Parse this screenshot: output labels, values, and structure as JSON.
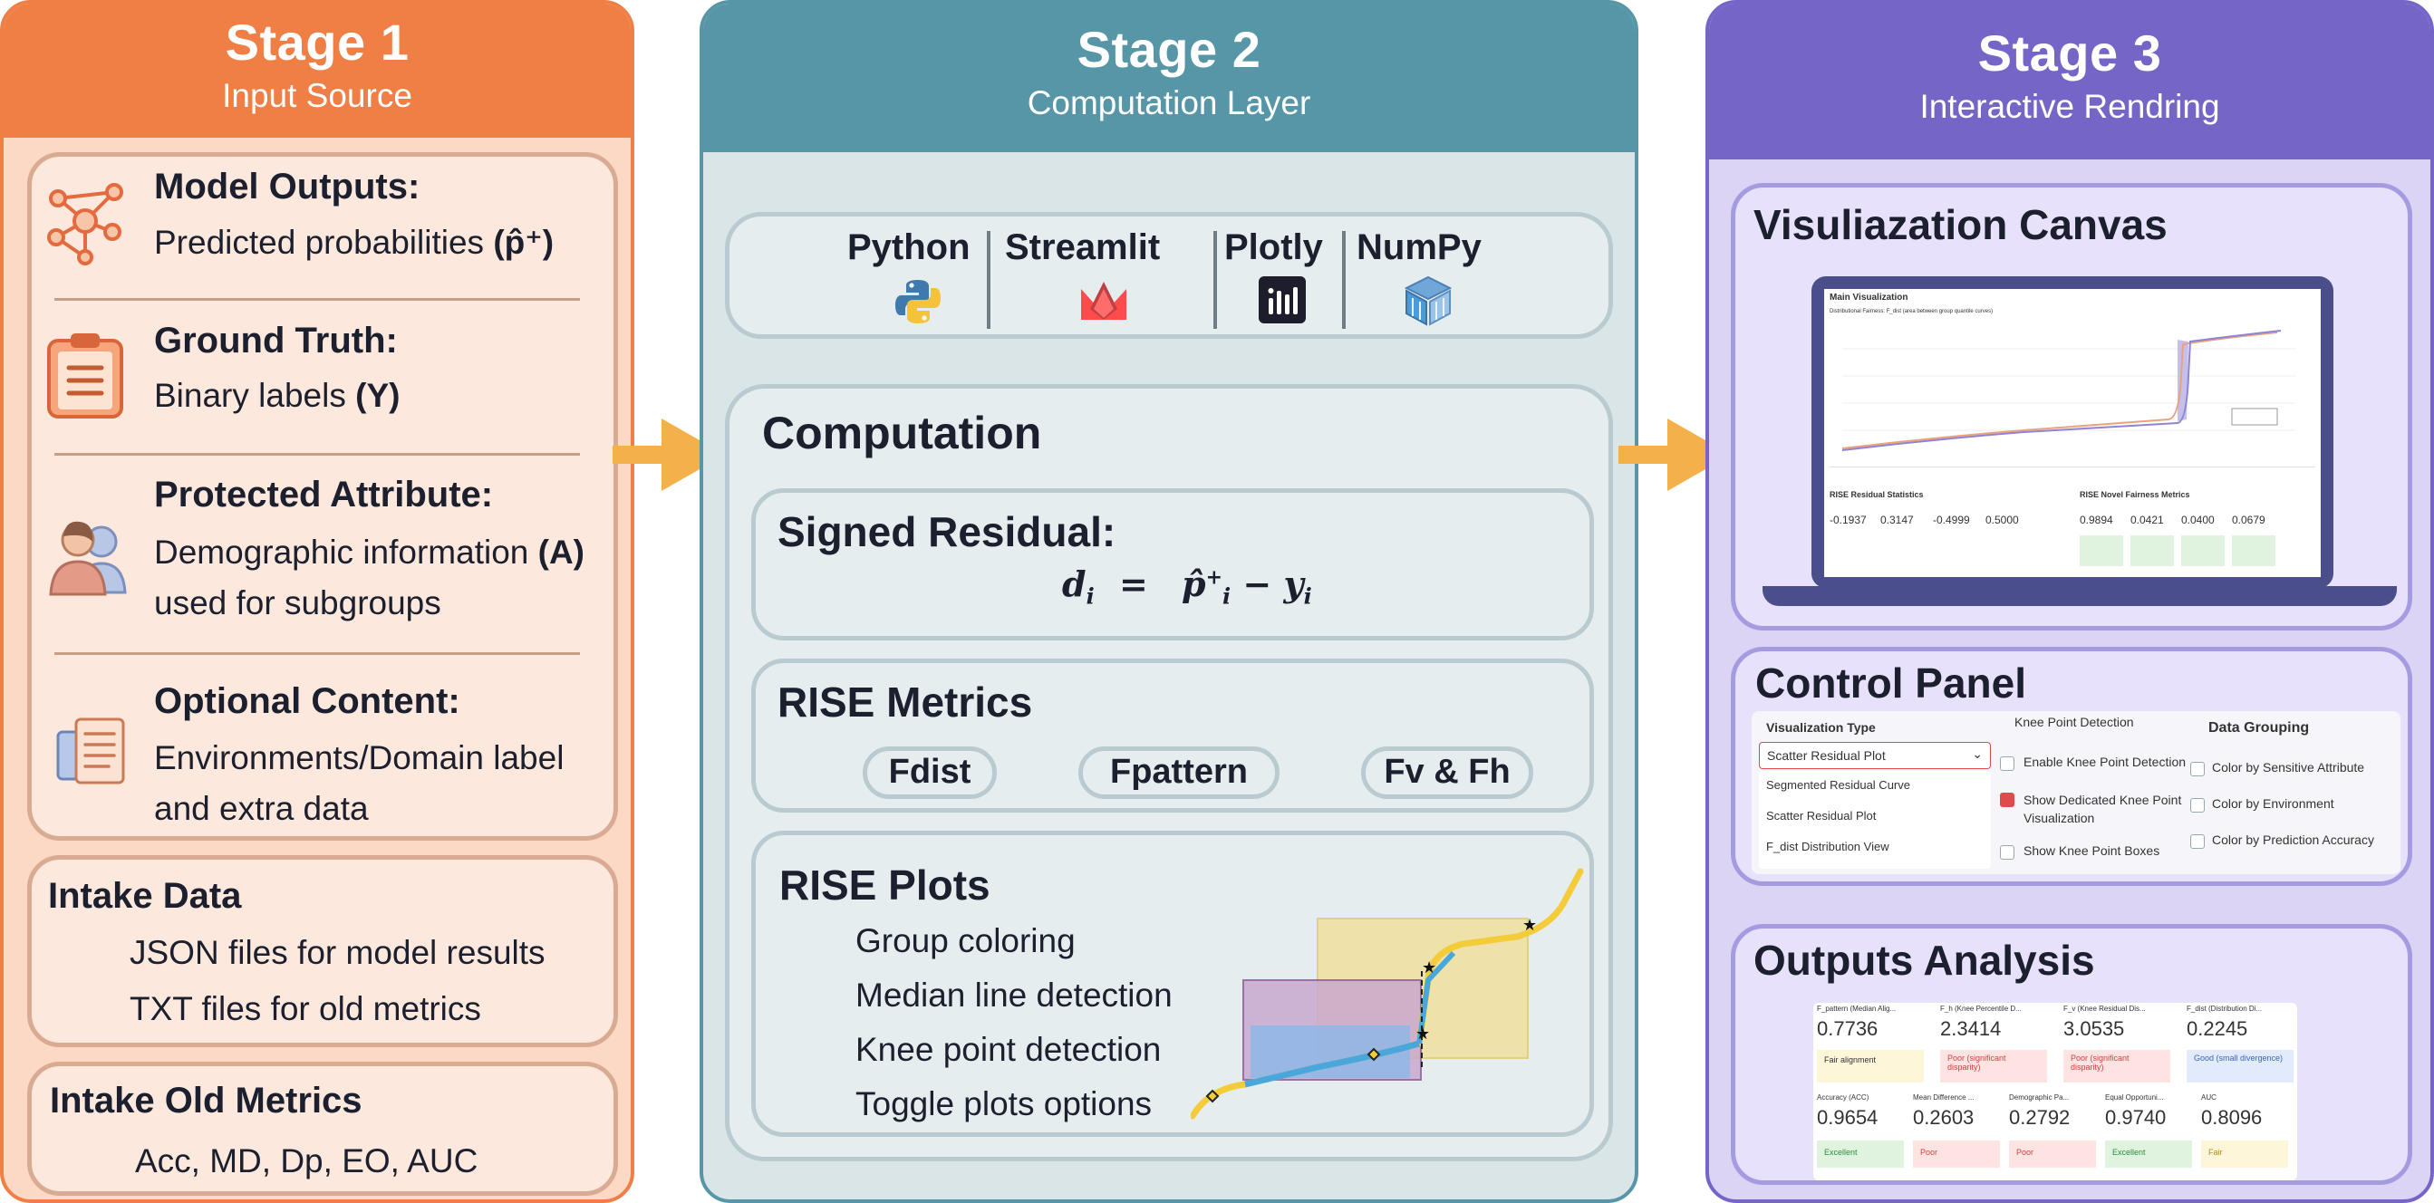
{
  "stage1": {
    "title": "Stage 1",
    "subtitle": "Input  Source",
    "items": [
      {
        "title": "Model Outputs:",
        "line1": "Predicted probabilities",
        "line1_bold": "(p̂⁺)",
        "line2": ""
      },
      {
        "title": "Ground Truth:",
        "line1": "Binary labels",
        "line1_bold": "(Y)",
        "line2": ""
      },
      {
        "title": "Protected Attribute:",
        "line1": "Demographic information",
        "line1_bold": "(A)",
        "line2": "used for subgroups"
      },
      {
        "title": "Optional Content:",
        "line1": "Environments/Domain label",
        "line1_bold": "",
        "line2": "and extra data"
      }
    ],
    "intake_data": {
      "title": "Intake Data",
      "lines": [
        "JSON files for model results",
        "TXT files for old metrics"
      ]
    },
    "intake_old": {
      "title": "Intake Old Metrics",
      "line": "Acc, MD, Dp, EO, AUC"
    }
  },
  "stage2": {
    "title": "Stage 2",
    "subtitle": "Computation Layer",
    "libs": [
      "Python",
      "Streamlit",
      "Plotly",
      "NumPy"
    ],
    "computation_title": "Computation",
    "signed_residual": {
      "title": "Signed Residual:",
      "formula_lhs": "d",
      "formula_sub": "i",
      "formula_eq": "=",
      "formula_p": "p̂",
      "formula_sup": "+",
      "formula_minus": "−",
      "formula_y": "y"
    },
    "rise_metrics": {
      "title": "RISE Metrics",
      "pills": [
        "Fdist",
        "Fpattern",
        "Fv & Fh"
      ]
    },
    "rise_plots": {
      "title": "RISE Plots",
      "items": [
        "Group coloring",
        "Median line detection",
        "Knee point detection",
        "Toggle plots options"
      ]
    }
  },
  "stage3": {
    "title": "Stage 3",
    "subtitle": "Interactive Rendring",
    "canvas": {
      "title": "Visuliazation Canvas",
      "screen_title": "Main Visualization",
      "chart_caption": "Distributional Fairness: F_dist (area between group quantile curves)",
      "stats_title": "RISE Residual Statistics",
      "stats_values": [
        "-0.1937",
        "0.3147",
        "-0.4999",
        "0.5000"
      ],
      "fair_title": "RISE Novel Fairness Metrics",
      "fair_values": [
        "0.9894",
        "0.0421",
        "0.0400",
        "0.0679"
      ]
    },
    "control": {
      "title": "Control Panel",
      "vis_type_label": "Visualization Type",
      "vis_type_value": "Scatter Residual Plot",
      "vis_options": [
        "Segmented Residual Curve",
        "Scatter Residual Plot",
        "F_dist Distribution View"
      ],
      "knee_label": "Knee Point Detection",
      "knee_options": [
        "Enable Knee Point Detection",
        "Show Dedicated Knee Point Visualization",
        "Show Knee Point Boxes"
      ],
      "group_label": "Data Grouping",
      "group_options": [
        "Color by Sensitive Attribute",
        "Color by Environment",
        "Color by Prediction Accuracy"
      ]
    },
    "outputs": {
      "title": "Outputs Analysis",
      "row1": [
        {
          "label": "F_pattern (Median Alig...",
          "value": "0.7736",
          "badge": "Fair alignment",
          "tone": "yellow"
        },
        {
          "label": "F_h (Knee Percentile D...",
          "value": "2.3414",
          "badge": "Poor (significant disparity)",
          "tone": "red"
        },
        {
          "label": "F_v (Knee Residual Dis...",
          "value": "3.0535",
          "badge": "Poor (significant disparity)",
          "tone": "red"
        },
        {
          "label": "F_dist (Distribution Di...",
          "value": "0.2245",
          "badge": "Good (small divergence)",
          "tone": "blue"
        }
      ],
      "row2": [
        {
          "label": "Accuracy (ACC)",
          "value": "0.9654",
          "badge": "Excellent",
          "tone": "green"
        },
        {
          "label": "Mean Difference ...",
          "value": "0.2603",
          "badge": "Poor",
          "tone": "red"
        },
        {
          "label": "Demographic Pa...",
          "value": "0.2792",
          "badge": "Poor",
          "tone": "red"
        },
        {
          "label": "Equal Opportuni...",
          "value": "0.9740",
          "badge": "Excellent",
          "tone": "green"
        },
        {
          "label": "AUC",
          "value": "0.8096",
          "badge": "Fair",
          "tone": "yellow"
        }
      ]
    }
  },
  "colors": {
    "stage1_header": "#ef7f45",
    "stage1_body": "#fbd9c5",
    "stage2_header": "#5796a7",
    "stage2_body": "#dae5e8",
    "stage3_header": "#7565c7",
    "stage3_body": "#dcd4f5",
    "arrow": "#f4b04a"
  }
}
